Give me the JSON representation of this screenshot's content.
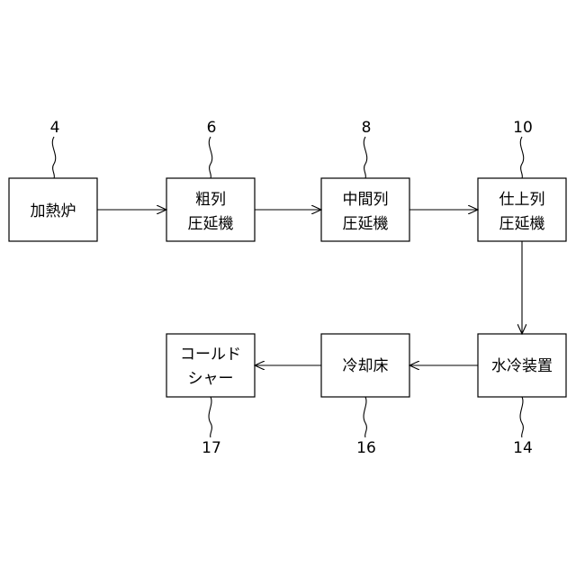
{
  "blocks": {
    "furnace": {
      "line1": "加熱炉",
      "ref": "4"
    },
    "rough_mill": {
      "line1": "粗列",
      "line2": "圧延機",
      "ref": "6"
    },
    "intermediate_mill": {
      "line1": "中間列",
      "line2": "圧延機",
      "ref": "8"
    },
    "finishing_mill": {
      "line1": "仕上列",
      "line2": "圧延機",
      "ref": "10"
    },
    "water_cooling": {
      "line1": "水冷装置",
      "ref": "14"
    },
    "cooling_bed": {
      "line1": "冷却床",
      "ref": "16"
    },
    "cold_shear": {
      "line1": "コールド",
      "line2": "シャー",
      "ref": "17"
    }
  }
}
